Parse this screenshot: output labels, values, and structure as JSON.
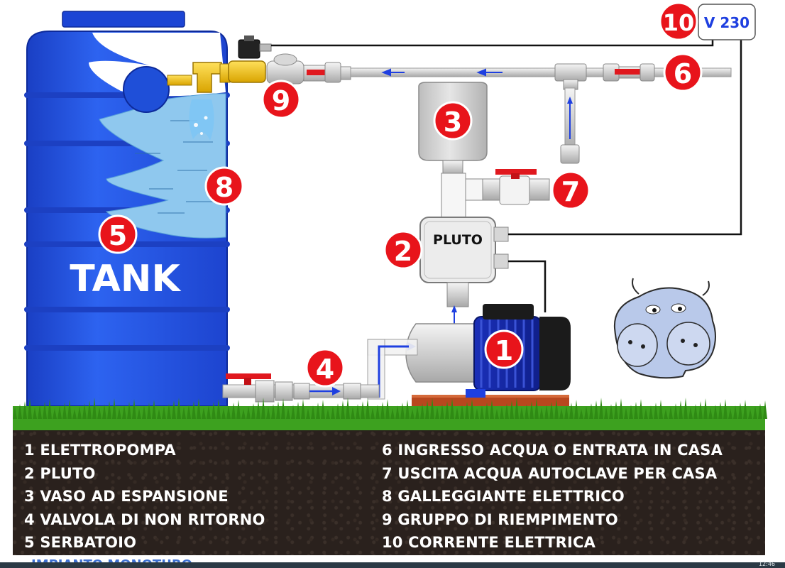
{
  "diagram": {
    "tank_label": "TANK",
    "controller_label": "PLUTO",
    "power_label": "V 230",
    "badges": [
      "1",
      "2",
      "3",
      "4",
      "5",
      "6",
      "7",
      "8",
      "9",
      "10"
    ]
  },
  "legend": {
    "left": [
      "1 ELETTROPOMPA",
      "2 PLUTO",
      "3 VASO AD ESPANSIONE",
      "4 VALVOLA DI NON RITORNO",
      "5 SERBATOIO"
    ],
    "right": [
      "6 INGRESSO ACQUA O ENTRATA IN CASA",
      "7 USCITA ACQUA AUTOCLAVE PER CASA",
      "8 GALLEGGIANTE ELETTRICO",
      "9 GRUPPO DI RIEMPIMENTO",
      "10 CORRENTE ELETTRICA"
    ]
  },
  "footer": {
    "title": "IMPIANTO MONOTURO",
    "clock": "12:46"
  },
  "colors": {
    "tank_blue": "#1f4fd8",
    "water": "#8fc8ee",
    "badge_red": "#e8141b",
    "pipe_gray": "#c9c9c9",
    "arrow_blue": "#1e3fe0",
    "soil": "#2a211d",
    "grass": "#3da11f"
  }
}
